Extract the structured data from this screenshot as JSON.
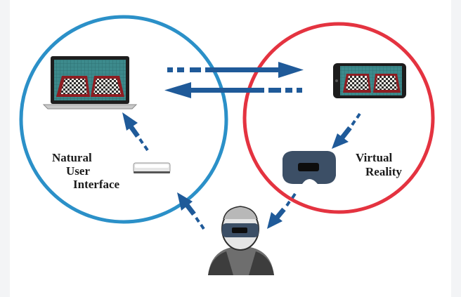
{
  "nui": {
    "line1": "Natural",
    "line2": "User",
    "line3": "Interface",
    "ring_color": "#2b90c8"
  },
  "vr": {
    "line1": "Virtual",
    "line2": "Reality",
    "ring_color": "#e43340"
  },
  "arrow_color": "#1f5a99",
  "icons": {
    "laptop": "laptop-icon",
    "phone": "smartphone-icon",
    "sensor": "motion-sensor-icon",
    "headset": "vr-headset-icon",
    "user": "user-with-vr-headset-icon"
  }
}
